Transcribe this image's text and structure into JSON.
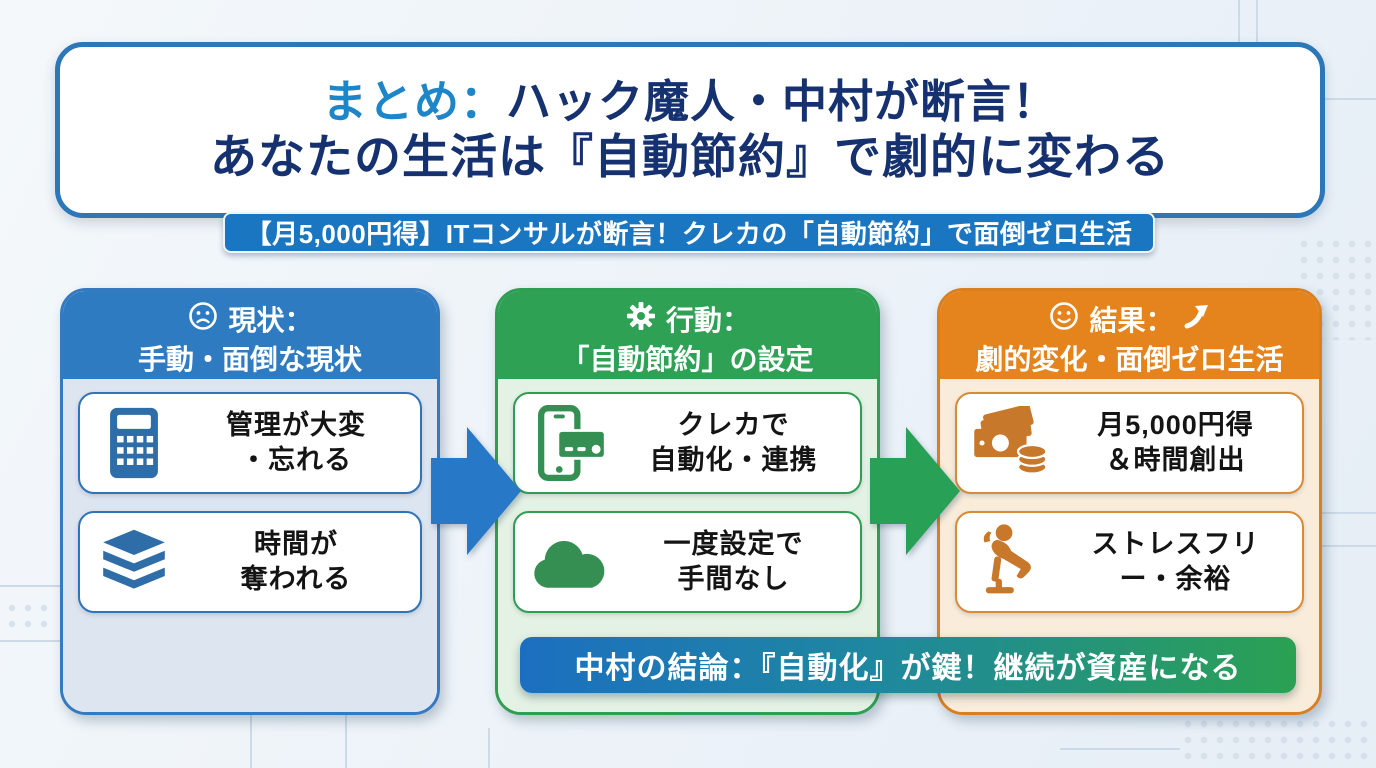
{
  "title": {
    "prefix": "まとめ：",
    "line1_rest": "ハック魔人・中村が断言！",
    "line2": "あなたの生活は『自動節約』で劇的に変わる"
  },
  "subtitle": {
    "text": "【月5,000円得】ITコンサルが断言！クレカの「自動節約」で面倒ゼロ生活"
  },
  "columns": [
    {
      "id": "current-state",
      "header_icon": "sad-face-icon",
      "header": {
        "line1": "現状：",
        "line2": "手動・面倒な現状"
      },
      "cards": [
        {
          "icon": "calculator-icon",
          "text": "管理が大変\n・忘れる"
        },
        {
          "icon": "books-icon",
          "text": "時間が\n奪われる"
        }
      ]
    },
    {
      "id": "action",
      "header_icon": "gear-icon",
      "header": {
        "line1": "行動：",
        "line2": "「自動節約」の設定"
      },
      "cards": [
        {
          "icon": "phone-card-icon",
          "text": "クレカで\n自動化・連携"
        },
        {
          "icon": "cloud-icon",
          "text": "一度設定で\n手間なし"
        }
      ]
    },
    {
      "id": "result",
      "header_icon": "smiley-face-icon",
      "header_icon2": "trend-up-icon",
      "header": {
        "line1": "結果：",
        "line2": "劇的変化・面倒ゼロ生活"
      },
      "cards": [
        {
          "icon": "money-icon",
          "text": "月5,000円得\n＆時間創出"
        },
        {
          "icon": "relax-person-icon",
          "text": "ストレスフリ\nー・余裕"
        }
      ]
    }
  ],
  "conclusion": {
    "text": "中村の結論：『自動化』が鍵！継続が資産になる"
  },
  "colors": {
    "title_navy": "#15316f",
    "title_accent_blue": "#1d86c8",
    "subtitle_bar_blue": "#1b76c2",
    "column_blue": "#2e7bc2",
    "column_green": "#2ea155",
    "column_orange": "#e5831d",
    "arrow_blue": "#2878c8",
    "arrow_green": "#28a055",
    "conclusion_gradient_start": "#1c6fc0",
    "conclusion_gradient_end": "#2aa152",
    "icon_blue": "#2e6da7",
    "icon_green": "#358f52",
    "icon_orange": "#c8782a"
  }
}
